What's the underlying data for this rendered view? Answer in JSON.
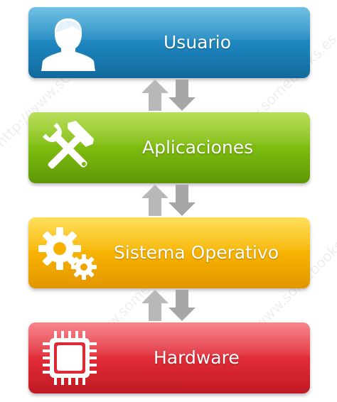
{
  "layers": [
    {
      "label": "Usuario",
      "icon": "user-icon"
    },
    {
      "label": "Aplicaciones",
      "icon": "tools-icon"
    },
    {
      "label": "Sistema Operativo",
      "icon": "gears-icon"
    },
    {
      "label": "Hardware",
      "icon": "chip-icon"
    }
  ],
  "watermark": "http://www.somebooks.es",
  "colors": {
    "usuario": "#1d84bd",
    "aplicaciones": "#7ab90e",
    "sistema": "#f6b000",
    "hardware": "#df2a36",
    "arrow": "#b4b4b4"
  }
}
